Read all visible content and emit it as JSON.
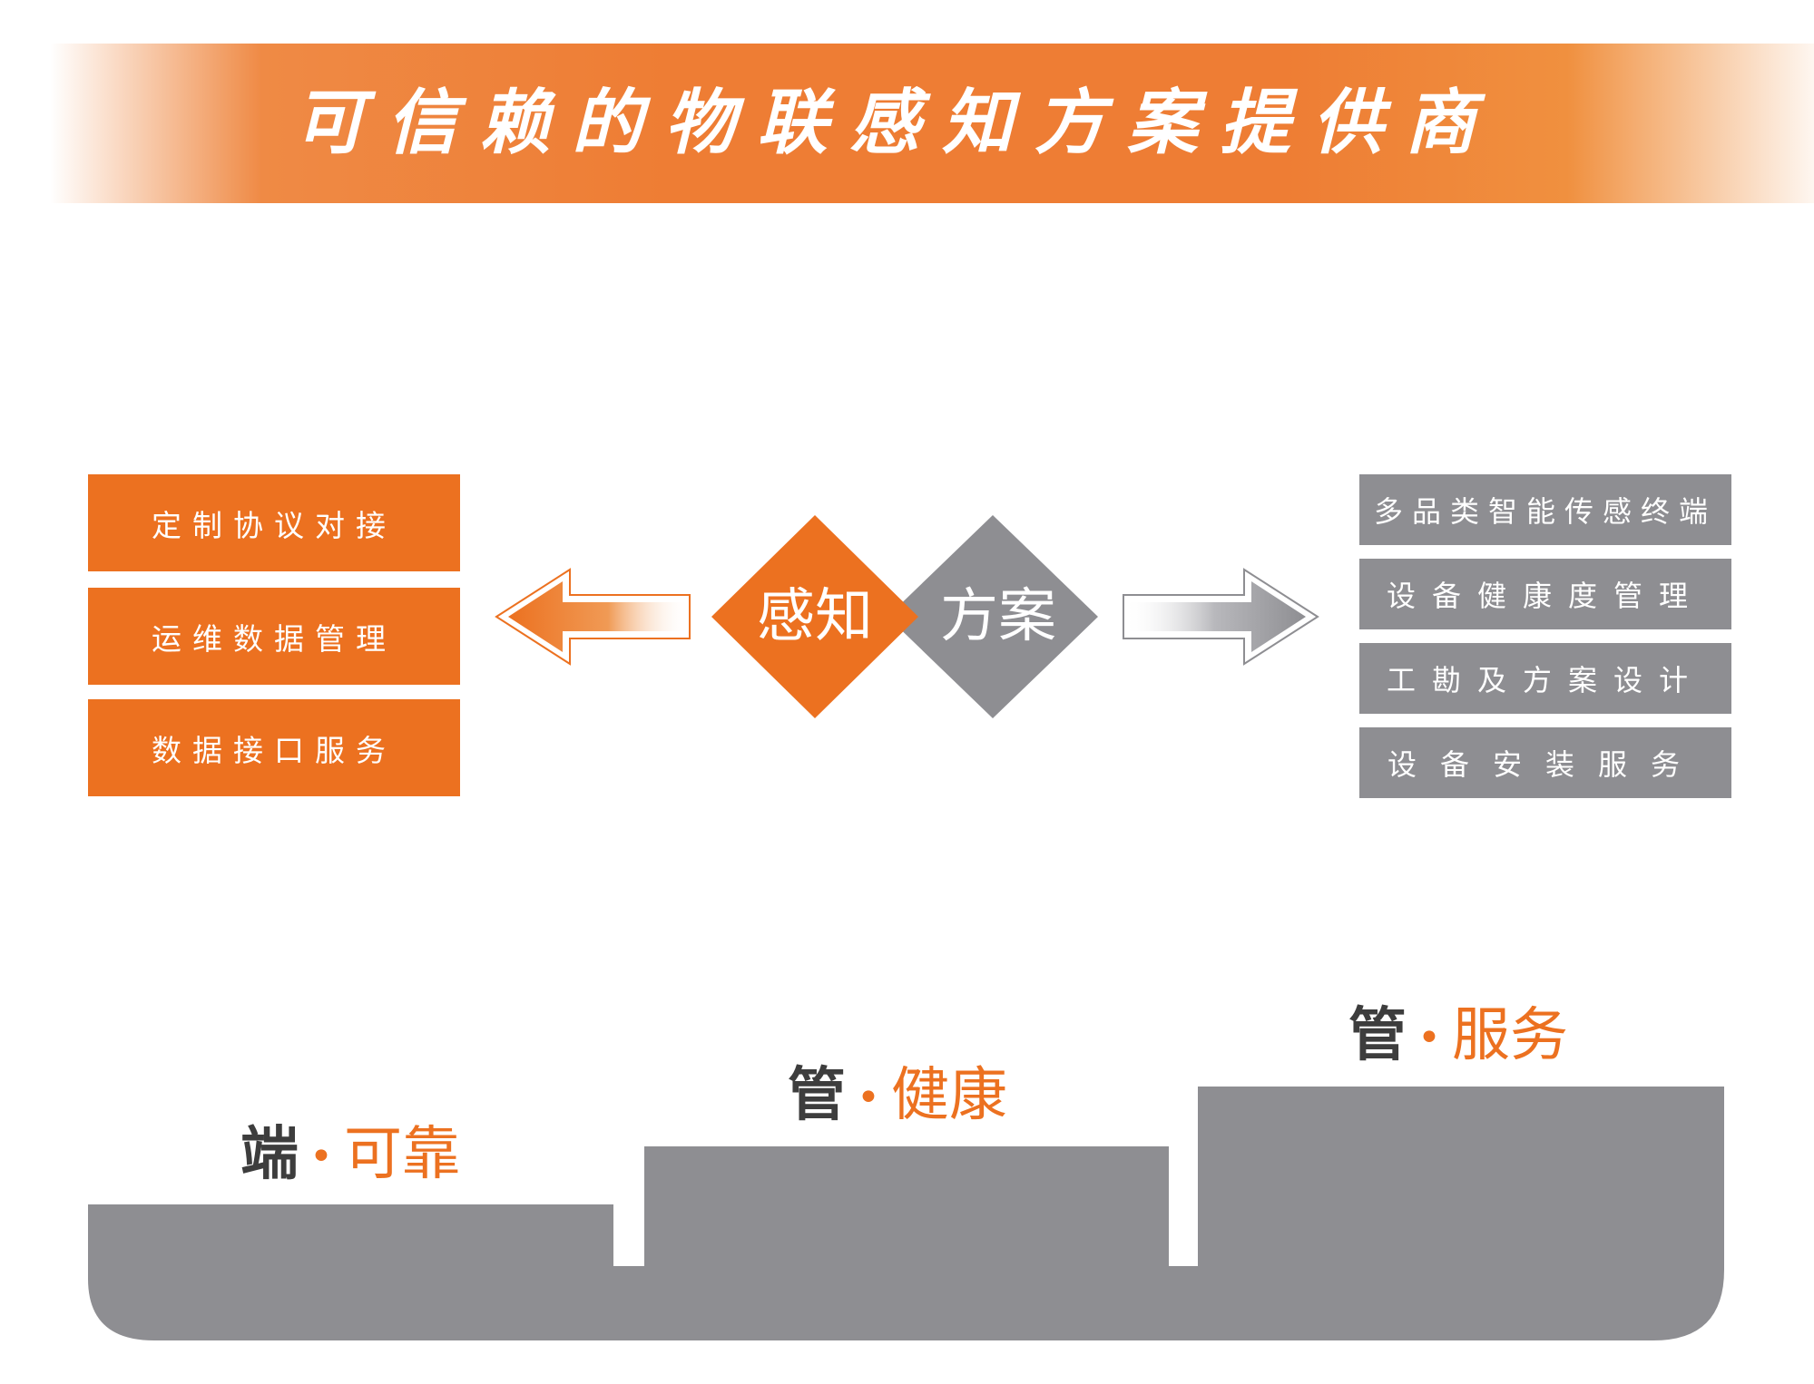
{
  "banner": {
    "title": "可信赖的物联感知方案提供商"
  },
  "center": {
    "left_label": "感知",
    "right_label": "方案"
  },
  "left_items": [
    {
      "label": "定制协议对接"
    },
    {
      "label": "运维数据管理"
    },
    {
      "label": "数据接口服务"
    }
  ],
  "right_items": [
    {
      "label": "多品类智能传感终端"
    },
    {
      "label": "设备健康度管理"
    },
    {
      "label": "工勘及方案设计"
    },
    {
      "label": "设备安装服务"
    }
  ],
  "steps": [
    {
      "key": "端",
      "dot": "•",
      "value": "可靠"
    },
    {
      "key": "管",
      "dot": "•",
      "value": "健康"
    },
    {
      "key": "管",
      "dot": "•",
      "value": "服务"
    }
  ],
  "colors": {
    "orange": "#ec7120",
    "gray": "#8e8e92",
    "dark_text": "#3d3d3d"
  }
}
